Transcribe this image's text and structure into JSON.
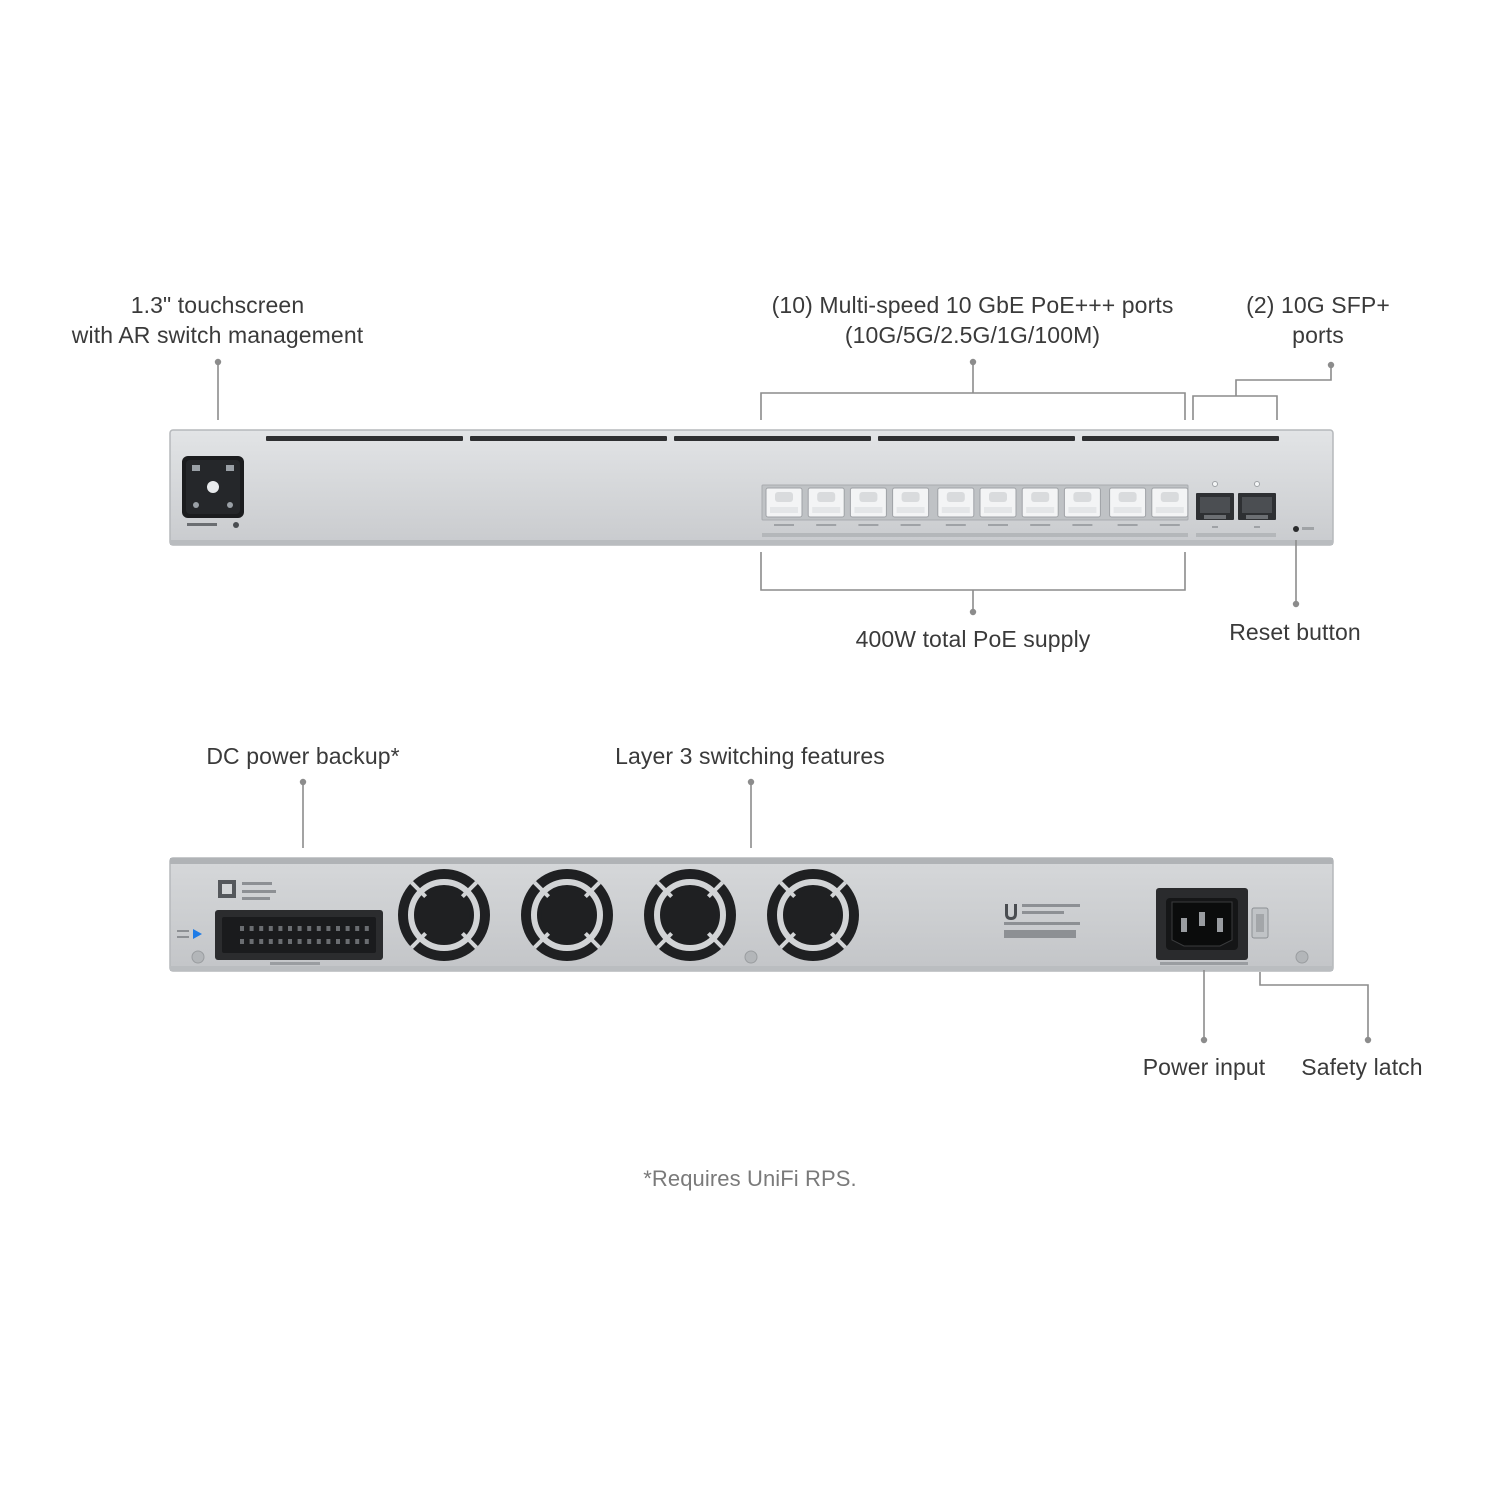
{
  "callouts": {
    "touchscreen": [
      "1.3\" touchscreen",
      "with AR switch management"
    ],
    "rj45_ports": [
      "(10) Multi-speed 10 GbE PoE+++ ports",
      "(10G/5G/2.5G/1G/100M)"
    ],
    "sfp_ports": [
      "(2) 10G SFP+",
      "ports"
    ],
    "poe_supply": "400W total PoE supply",
    "reset_button": "Reset button",
    "dc_power": "DC power backup*",
    "layer3": "Layer 3 switching features",
    "power_input": "Power input",
    "safety_latch": "Safety latch"
  },
  "footnote": "*Requires UniFi RPS.",
  "device": {
    "front_port_count": 10,
    "sfp_port_count": 2,
    "rear_fan_count": 4
  },
  "colors": {
    "chassis": "#d2d4d6",
    "chassis_edge": "#b5b8bb",
    "leader_line": "#8c8c8c",
    "text": "#3a3a3a",
    "accent_blue": "#1e7be6"
  }
}
